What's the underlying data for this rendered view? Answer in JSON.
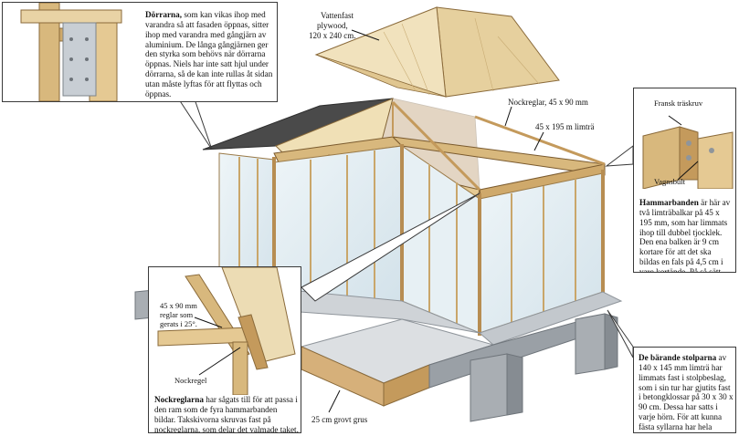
{
  "colors": {
    "wood_light": "#e9d3a5",
    "wood_mid": "#d8b87d",
    "wood_dark": "#b9925a",
    "glass": "#dce9ef",
    "concrete": "#b7bcc1",
    "concrete_dark": "#8f959b",
    "roofing_felt": "#4a4a4a",
    "plywood": "#ecdcb4"
  },
  "labels": {
    "plywood_top": "Vattenfast",
    "plywood_mid": "plywood,",
    "plywood_size": "120 x 240 cm.",
    "nockreglar": "Nockreglar, 45 x 90 mm",
    "limtra": "45 x 195 m limträ",
    "gravel": "25 cm grovt grus"
  },
  "callout_doors": {
    "title": "Dörrarna,",
    "body": " som kan vikas ihop med varandra så att fasaden öppnas, sitter ihop med varandra med gångjärn av aluminium. De långa gångjärnen ger den styrka som behövs när dörrarna öppnas. Niels har inte satt hjul under dörrarna, så de kan inte rullas åt sidan utan måste lyftas för att flyttas och öppnas."
  },
  "callout_hammer": {
    "label_screw": "Fransk träskruv",
    "label_bolt": "Vagnsbult",
    "title": "Hammarbanden",
    "body": " är här av två limträbalkar på 45 x 195 mm, som har limmats ihop till dubbel tjocklek. Den ena balken är 9 cm kortare för att det ska bildas en fals på 4,5 cm i vare kortände. På så sätt blir det lätt att skar-va delarna i varje hörn."
  },
  "callout_nock": {
    "label_reglar_1": "45 x 90 mm",
    "label_reglar_2": "reglar som",
    "label_reglar_3": "gerats i 25°.",
    "label_nockregel": "Nockregel",
    "title": "Nockreglarna",
    "body": " har sågats till för att passa i den ram som de fyra hammarbanden bildar. Takskivorna skruvas fast på nockreglarna, som delar det valmade taket."
  },
  "callout_posts": {
    "title": "De bärande stolparna",
    "body": " av 140 x 145 mm limträ har limmats fast i stolpbeslag, som i sin tur har gjutits fast i betongklossar på 30 x 30 x 90 cm. Dessa har satts i varje hörn. För att kunna fästa syllarna har hela grunden planats till."
  }
}
